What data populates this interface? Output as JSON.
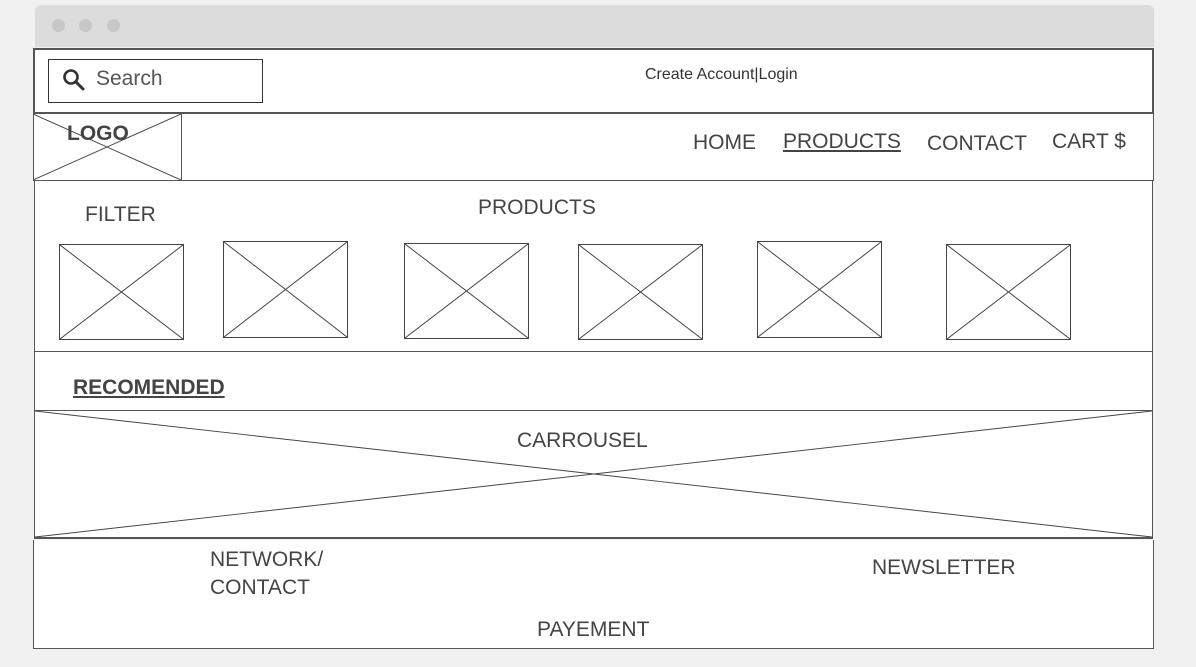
{
  "header": {
    "search_placeholder": "Search",
    "search_icon": "magnifier-icon",
    "account_links": "Create Account|Login"
  },
  "nav": {
    "logo": "LOGO",
    "items": [
      "HOME",
      "PRODUCTS",
      "CONTACT",
      "CART $"
    ],
    "active": "PRODUCTS"
  },
  "products": {
    "filter_label": "FILTER",
    "title": "PRODUCTS"
  },
  "recommended": {
    "label": "RECOMENDED",
    "carousel": "CARROUSEL"
  },
  "footer": {
    "network_contact": "NETWORK/\nCONTACT",
    "newsletter": "NEWSLETTER",
    "payment": "PAYEMENT"
  }
}
